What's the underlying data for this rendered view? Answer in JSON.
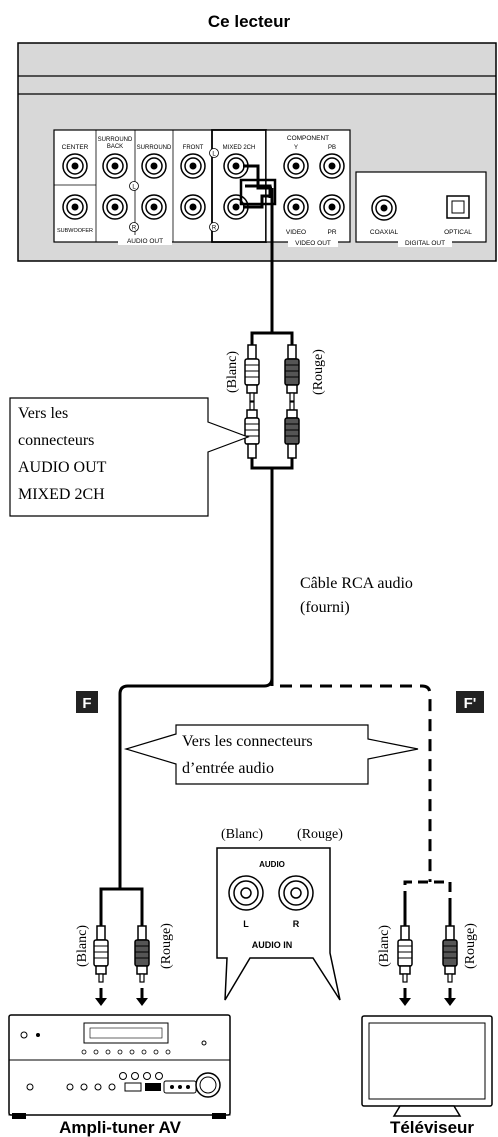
{
  "title": "Ce lecteur",
  "player_panel": {
    "jack_labels": {
      "center": "CENTER",
      "surround_back": "SURROUND",
      "surround_back_2": "BACK",
      "surround": "SURROUND",
      "front": "FRONT",
      "mixed_2ch": "MIXED 2CH",
      "subwoofer": "SUBWOOFER",
      "audio_out": "AUDIO OUT",
      "component": "COMPONENT",
      "y": "Y",
      "pb": "PB",
      "pr": "PR",
      "video": "VIDEO",
      "video_out": "VIDEO OUT",
      "coaxial": "COAXIAL",
      "optical": "OPTICAL",
      "digital_out": "DIGITAL OUT",
      "l_mark": "L",
      "r_mark": "R"
    }
  },
  "cable_top": {
    "left": "(Blanc)",
    "right": "(Rouge)"
  },
  "callout_player": {
    "lines": [
      "Vers les",
      "connecteurs",
      "AUDIO OUT",
      "MIXED 2CH"
    ]
  },
  "cable_caption": {
    "lines": [
      "Câble RCA audio",
      "(fourni)"
    ]
  },
  "route_f": "F",
  "route_f_prime": "F'",
  "callout_inputs": {
    "lines": [
      "Vers les connecteurs",
      "d’entrée audio"
    ]
  },
  "audio_in_detail": {
    "left_color": "(Blanc)",
    "right_color": "(Rouge)",
    "title": "AUDIO",
    "l": "L",
    "r": "R",
    "label": "AUDIO IN"
  },
  "plugs_left": {
    "left": "(Blanc)",
    "right": "(Rouge)"
  },
  "plugs_right": {
    "left": "(Blanc)",
    "right": "(Rouge)"
  },
  "device_amp": "Ampli-tuner AV",
  "device_tv": "Téléviseur"
}
